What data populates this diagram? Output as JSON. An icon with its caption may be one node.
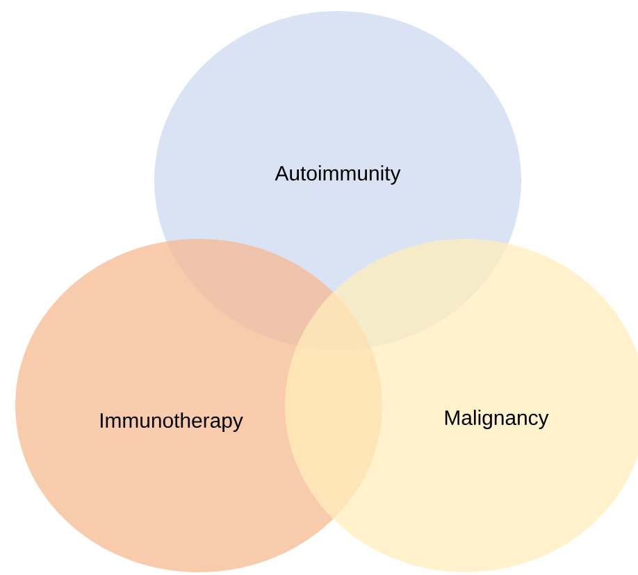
{
  "diagram": {
    "nodes": [
      {
        "text": [
          "Autoimmunity"
        ]
      },
      {
        "text": [
          "Immunotherapy"
        ]
      },
      {
        "text": [
          "Malignancy"
        ]
      }
    ]
  }
}
